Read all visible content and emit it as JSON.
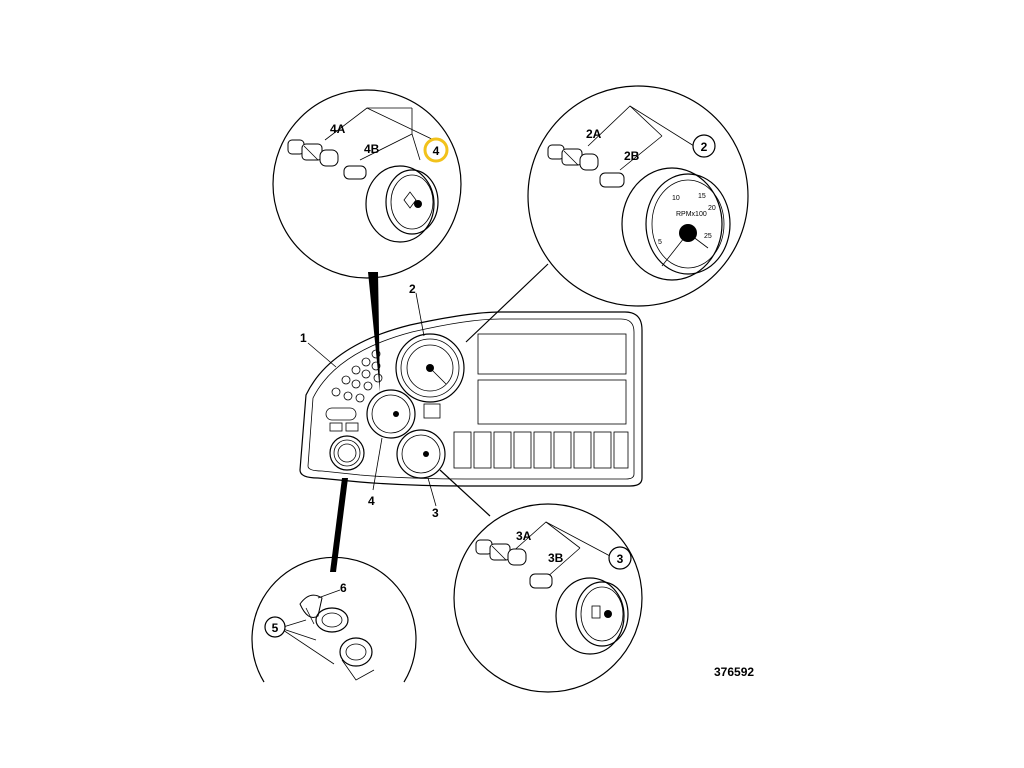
{
  "labels": {
    "panel": "1",
    "tacho": "2",
    "fuel": "3",
    "temp": "4",
    "socket": "5",
    "bulb6": "6",
    "c4a": "4A",
    "c4b": "4B",
    "c4": "4",
    "c2a": "2A",
    "c2b": "2B",
    "c2": "2",
    "c3a": "3A",
    "c3b": "3B",
    "c3": "3"
  },
  "gauge_text": {
    "g10": "10",
    "g15": "15",
    "g20": "20",
    "g25": "25",
    "g5": "5",
    "unit": "RPMx100"
  },
  "figure_number": "376592",
  "colors": {
    "ink": "#000000",
    "highlight": "#f2c21b",
    "background": "#ffffff"
  }
}
